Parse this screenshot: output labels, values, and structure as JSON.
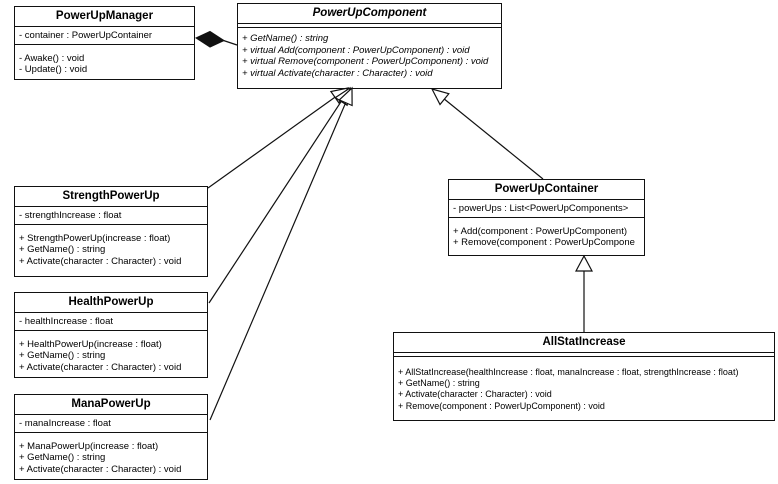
{
  "classes": {
    "power_up_manager": {
      "name": "PowerUpManager",
      "attributes": [
        "- container : PowerUpContainer"
      ],
      "methods": [
        "- Awake() : void",
        "- Update() : void"
      ]
    },
    "power_up_component": {
      "name": "PowerUpComponent",
      "attributes": [],
      "methods": [
        "+ GetName() : string",
        "+ virtual Add(component : PowerUpComponent) : void",
        "+ virtual Remove(component : PowerUpComponent) : void",
        "+ virtual Activate(character : Character) : void"
      ]
    },
    "strength_power_up": {
      "name": "StrengthPowerUp",
      "attributes": [
        "- strengthIncrease : float"
      ],
      "methods": [
        "+ StrengthPowerUp(increase : float)",
        "+ GetName() : string",
        "+ Activate(character : Character) : void"
      ]
    },
    "health_power_up": {
      "name": "HealthPowerUp",
      "attributes": [
        "- healthIncrease : float"
      ],
      "methods": [
        "+ HealthPowerUp(increase : float)",
        "+ GetName() : string",
        "+ Activate(character : Character) : void"
      ]
    },
    "mana_power_up": {
      "name": "ManaPowerUp",
      "attributes": [
        "- manaIncrease : float"
      ],
      "methods": [
        "+ ManaPowerUp(increase : float)",
        "+ GetName() : string",
        "+ Activate(character : Character) : void"
      ]
    },
    "power_up_container": {
      "name": "PowerUpContainer",
      "attributes": [
        "- powerUps : List<PowerUpComponents>"
      ],
      "methods": [
        "+ Add(component : PowerUpComponent)",
        "+ Remove(component : PowerUpCompone"
      ]
    },
    "all_stat_increase": {
      "name": "AllStatIncrease",
      "attributes": [],
      "methods": [
        "+ AllStatIncrease(healthIncrease : float, manaIncrease : float, strengthIncrease : float)",
        "+ GetName() : string",
        "+ Activate(character : Character) : void",
        "+ Remove(component : PowerUpComponent) : void"
      ]
    }
  },
  "relationships": [
    {
      "from": "PowerUpManager",
      "to": "PowerUpComponent",
      "type": "composition"
    },
    {
      "from": "StrengthPowerUp",
      "to": "PowerUpComponent",
      "type": "generalization"
    },
    {
      "from": "HealthPowerUp",
      "to": "PowerUpComponent",
      "type": "generalization"
    },
    {
      "from": "ManaPowerUp",
      "to": "PowerUpComponent",
      "type": "generalization"
    },
    {
      "from": "PowerUpContainer",
      "to": "PowerUpComponent",
      "type": "generalization"
    },
    {
      "from": "AllStatIncrease",
      "to": "PowerUpContainer",
      "type": "generalization"
    }
  ],
  "colors": {
    "line": "#111111",
    "background": "#ffffff",
    "box_fill": "#ffffff"
  }
}
